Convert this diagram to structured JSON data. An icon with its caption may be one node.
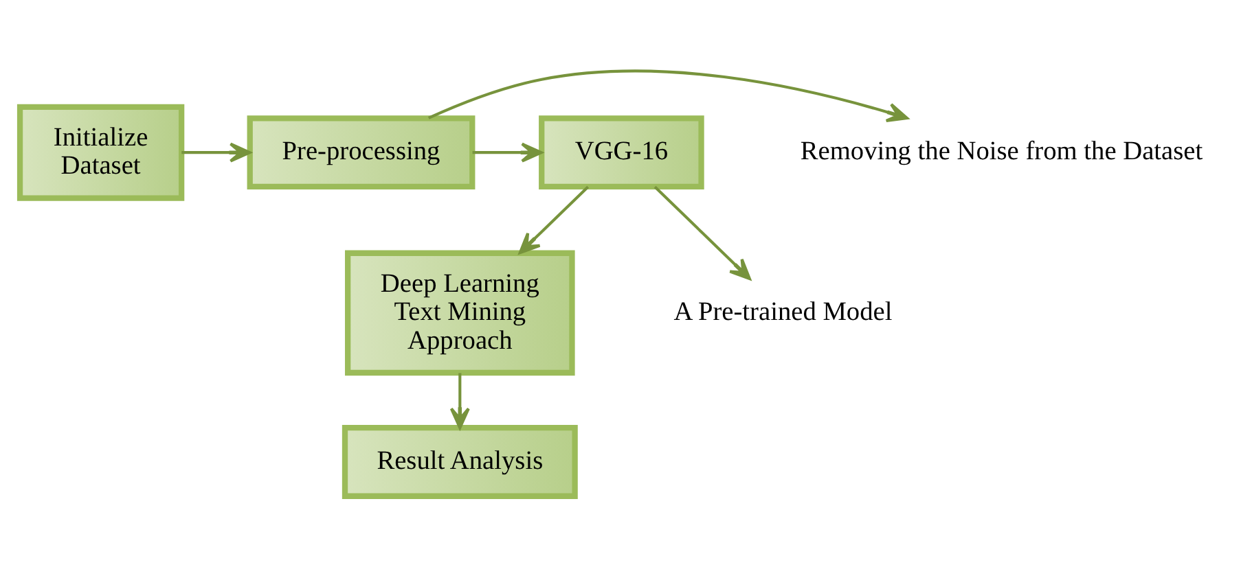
{
  "diagram": {
    "nodes": [
      {
        "text": [
          "Initialize Dataset"
        ]
      },
      {
        "text": [
          "Pre-processing"
        ]
      },
      {
        "text": [
          "VGG-16"
        ]
      },
      {
        "text": [
          "Deep Learning Text Mining Approach"
        ]
      },
      {
        "text": [
          "Result Analysis"
        ]
      },
      {
        "text": [
          "Removing the Noise from the Dataset"
        ]
      },
      {
        "text": [
          "A Pre-trained Model"
        ]
      }
    ],
    "edges": [
      {
        "from": 0,
        "to": 1,
        "arrow": "to"
      },
      {
        "from": 1,
        "to": 2,
        "arrow": "to"
      },
      {
        "from": 1,
        "to": 5,
        "arrow": "to"
      },
      {
        "from": 2,
        "to": 3,
        "arrow": "to"
      },
      {
        "from": 2,
        "to": 6,
        "arrow": "to"
      },
      {
        "from": 3,
        "to": 4,
        "arrow": "to"
      }
    ]
  }
}
